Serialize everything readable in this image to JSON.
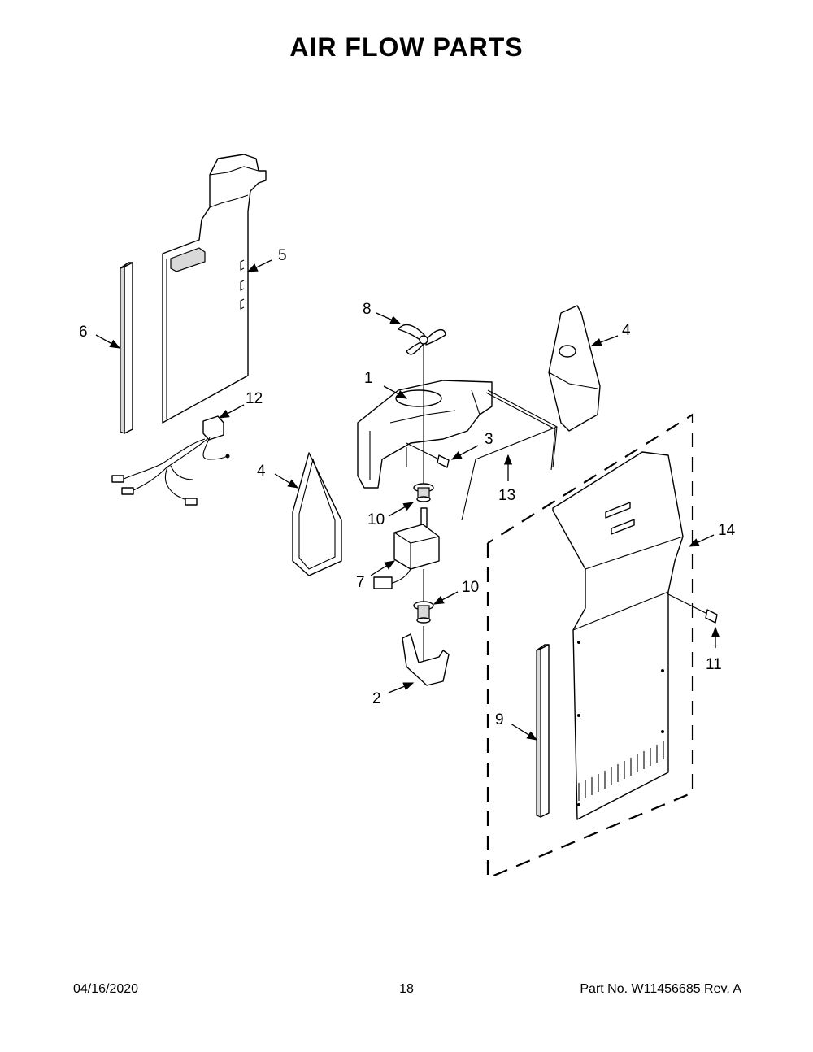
{
  "title": "AIR FLOW PARTS",
  "callouts": {
    "c1": "1",
    "c2": "2",
    "c3": "3",
    "c4a": "4",
    "c4b": "4",
    "c5": "5",
    "c6": "6",
    "c7": "7",
    "c8": "8",
    "c9": "9",
    "c10a": "10",
    "c10b": "10",
    "c11": "11",
    "c12": "12",
    "c13": "13",
    "c14": "14"
  },
  "footer": {
    "date": "04/16/2020",
    "page": "18",
    "part": "Part No.  W11456685  Rev.  A"
  }
}
